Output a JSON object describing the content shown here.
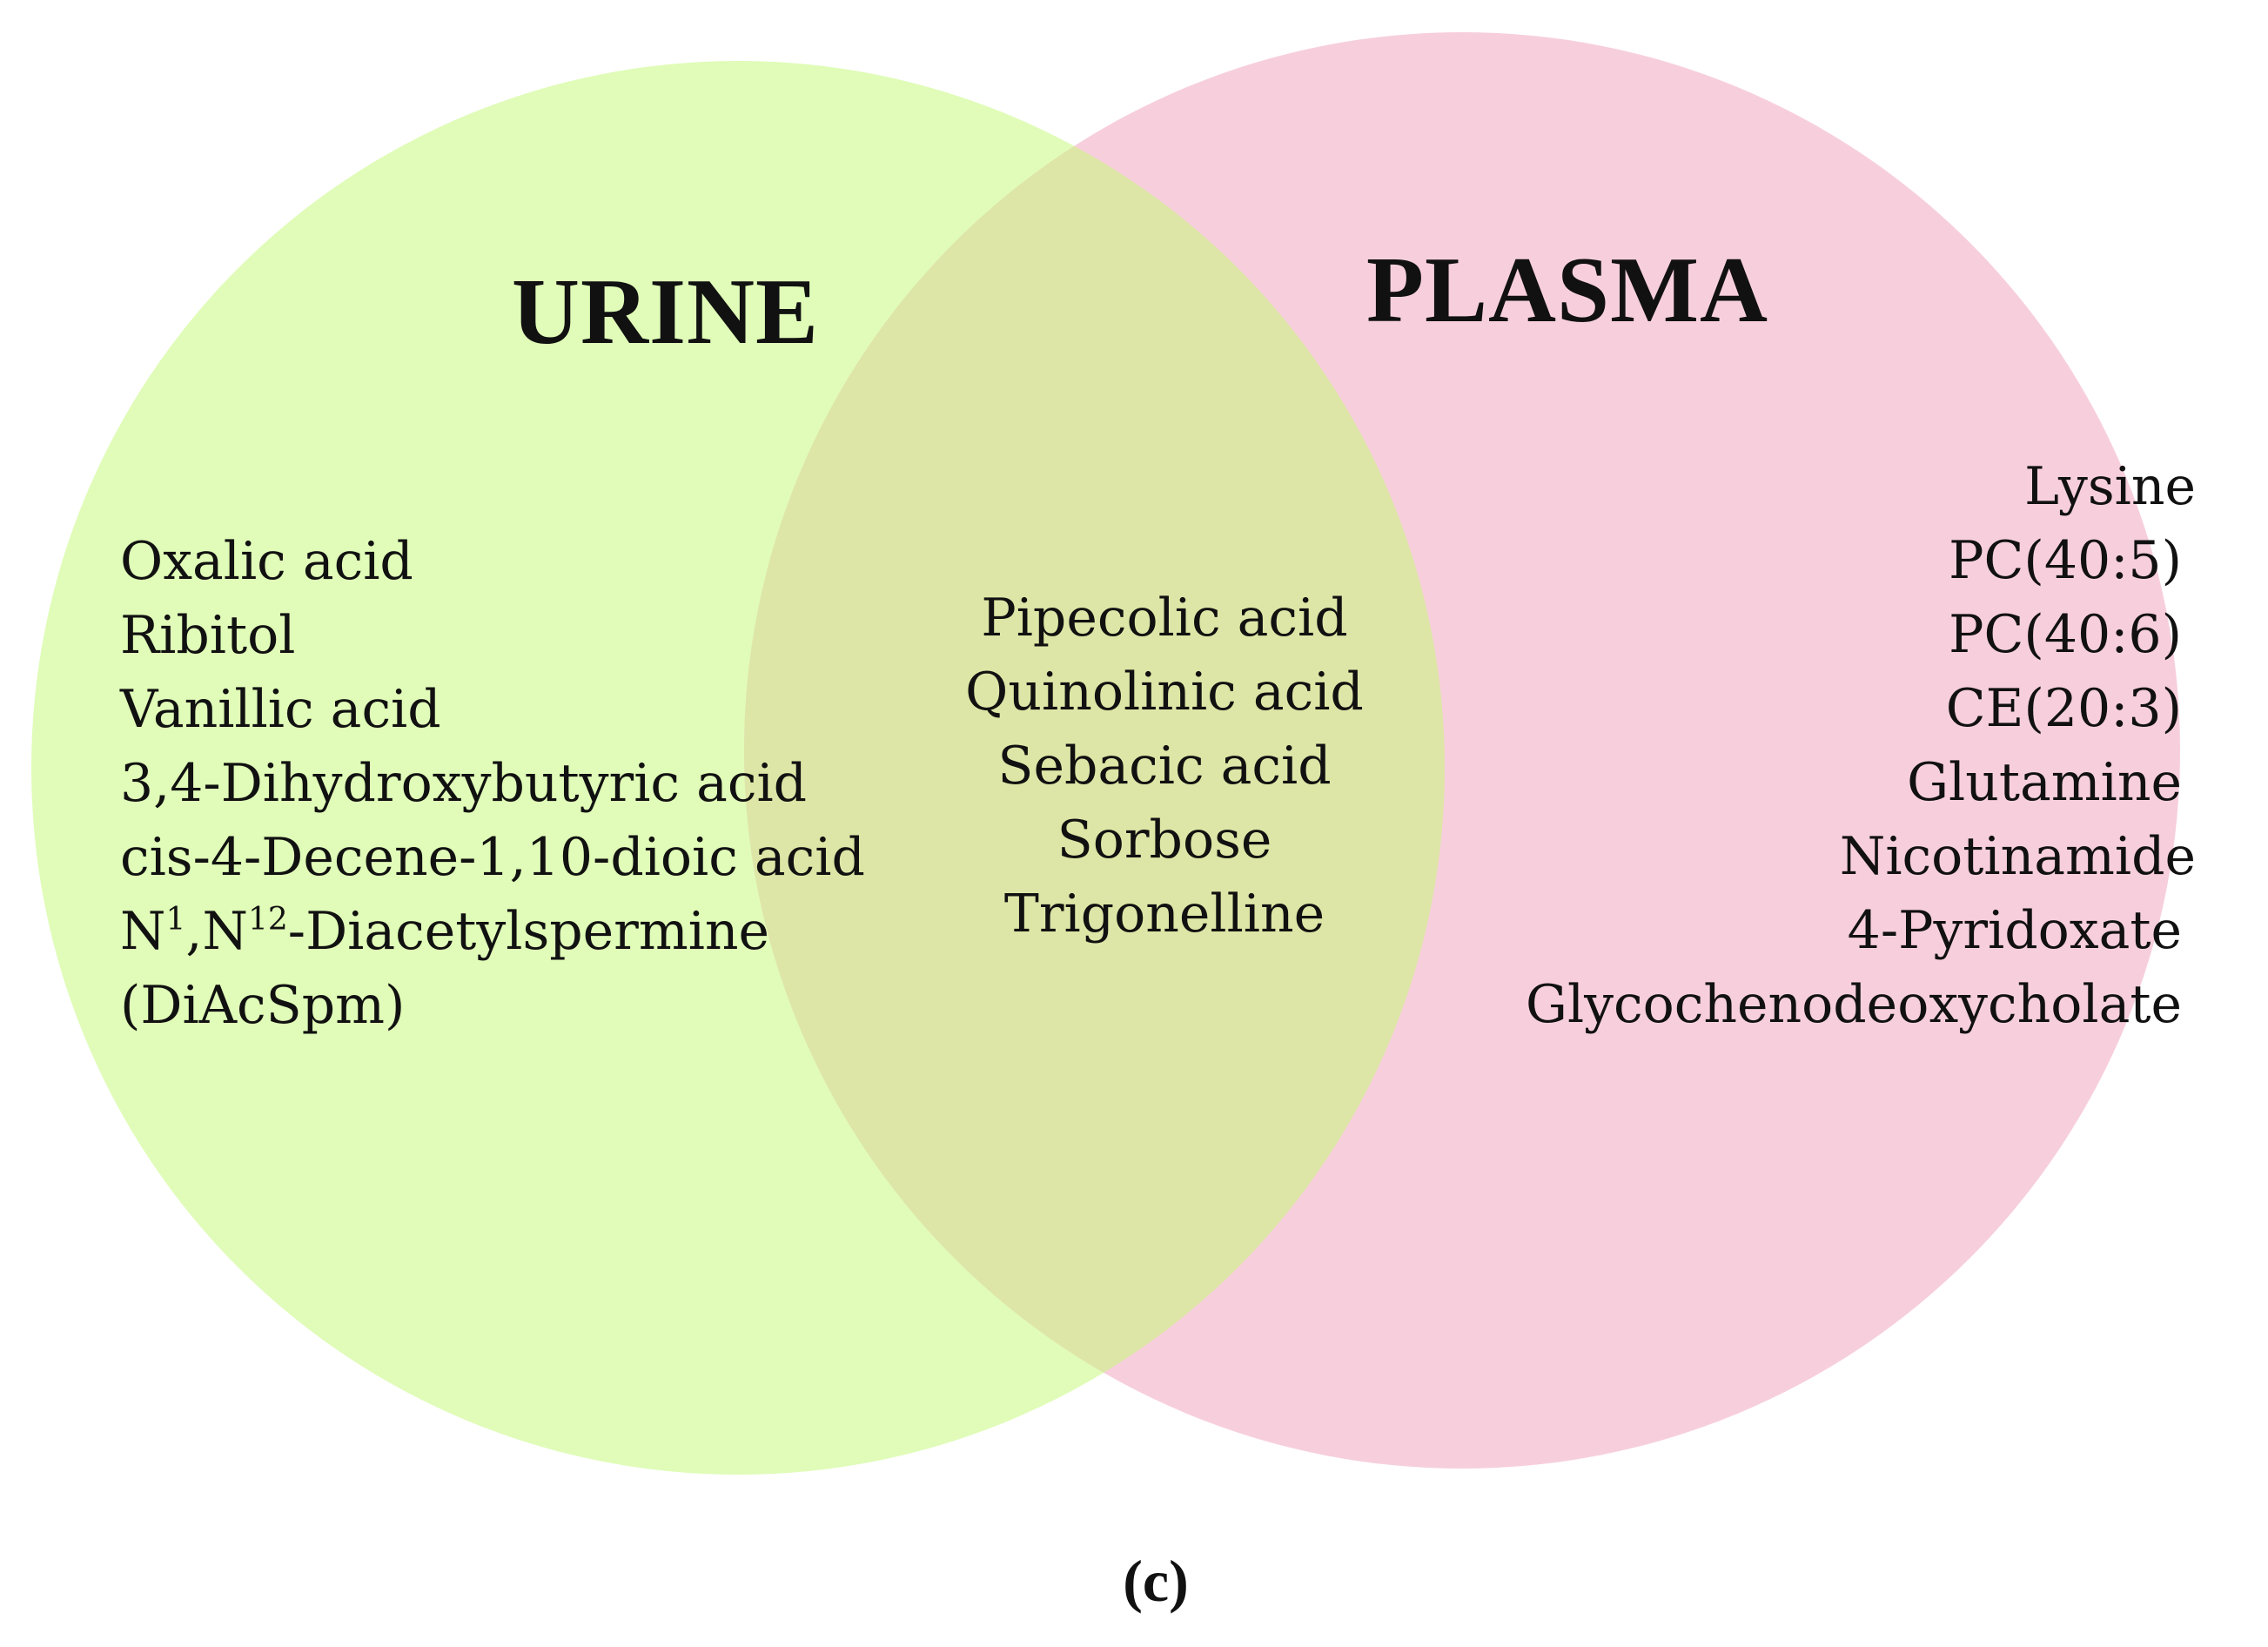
{
  "diagram": {
    "colors": {
      "urine_fill": "#e0fcb8",
      "plasma_fill": "#f7cfdc",
      "overlap_fill": "#dde6a6"
    },
    "sets": {
      "urine": {
        "title": "URINE",
        "items": [
          "Oxalic acid",
          "Ribitol",
          "Vanillic acid",
          "3,4-Dihydroxybutyric acid",
          "cis-4-Decene-1,10-dioic acid",
          "N¹,N¹²-Diacetylspermine",
          "(DiAcSpm)"
        ]
      },
      "plasma": {
        "title": "PLASMA",
        "items": [
          "Lysine",
          "PC(40:5)",
          "PC(40:6)",
          "CE(20:3)",
          "Glutamine",
          "Nicotinamide",
          "4-Pyridoxate",
          "Glycochenodeoxycholate"
        ]
      },
      "overlap": {
        "items": [
          "Pipecolic acid",
          "Quinolinic acid",
          "Sebacic acid",
          "Sorbose",
          "Trigonelline"
        ]
      }
    },
    "caption": "(c)"
  }
}
